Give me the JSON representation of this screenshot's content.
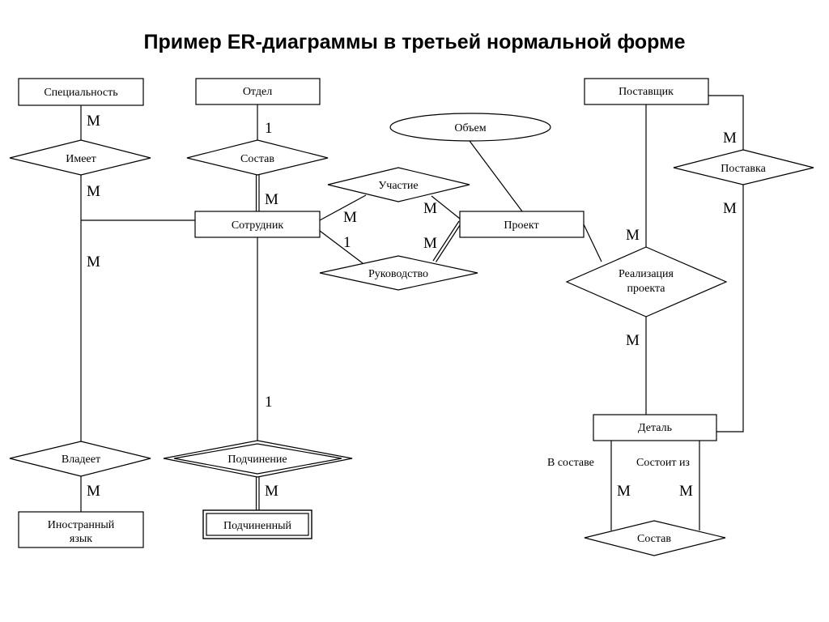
{
  "title": "Пример ER-диаграммы в третьей нормальной форме",
  "entities": {
    "specialnost": "Специальность",
    "otdel": "Отдел",
    "postavshchik": "Поставщик",
    "sotrudnik": "Сотрудник",
    "proekt": "Проект",
    "detal": "Деталь",
    "inostranny_line1": "Иностранный",
    "inostranny_line2": "язык",
    "podchinenny": "Подчиненный"
  },
  "attributes": {
    "obem": "Объем"
  },
  "relationships": {
    "imeet": "Имеет",
    "sostav_top": "Состав",
    "uchastie": "Участие",
    "rukovodstvo": "Руководство",
    "postavka": "Поставка",
    "realizatsiya_line1": "Реализация",
    "realizatsiya_line2": "проекта",
    "vladeet": "Владеет",
    "podchinenie": "Подчинение",
    "sostav_bottom": "Состав"
  },
  "roles": {
    "v_sostave": "В составе",
    "sostoit_iz": "Состоит из"
  },
  "cardinalities": {
    "specialnost_imeet": "M",
    "imeet_sotrudnik": "M",
    "vladeet_upper": "M",
    "otdel_sostav": "1",
    "sostav_sotrudnik": "M",
    "sotrudnik_uchastie": "M",
    "sotrudnik_rukovodstvo": "1",
    "uchastie_proekt": "M",
    "rukovodstvo_proekt": "M",
    "postavka_top": "M",
    "postavka_bottom": "M",
    "postavshchik_realizatsiya": "M",
    "realizatsiya_detal": "M",
    "sotrudnik_podchinenie": "1",
    "vladeet_yazyk": "M",
    "podchinenie_podchinenny": "M",
    "detal_sostav_left": "M",
    "detal_sostav_right": "M"
  }
}
